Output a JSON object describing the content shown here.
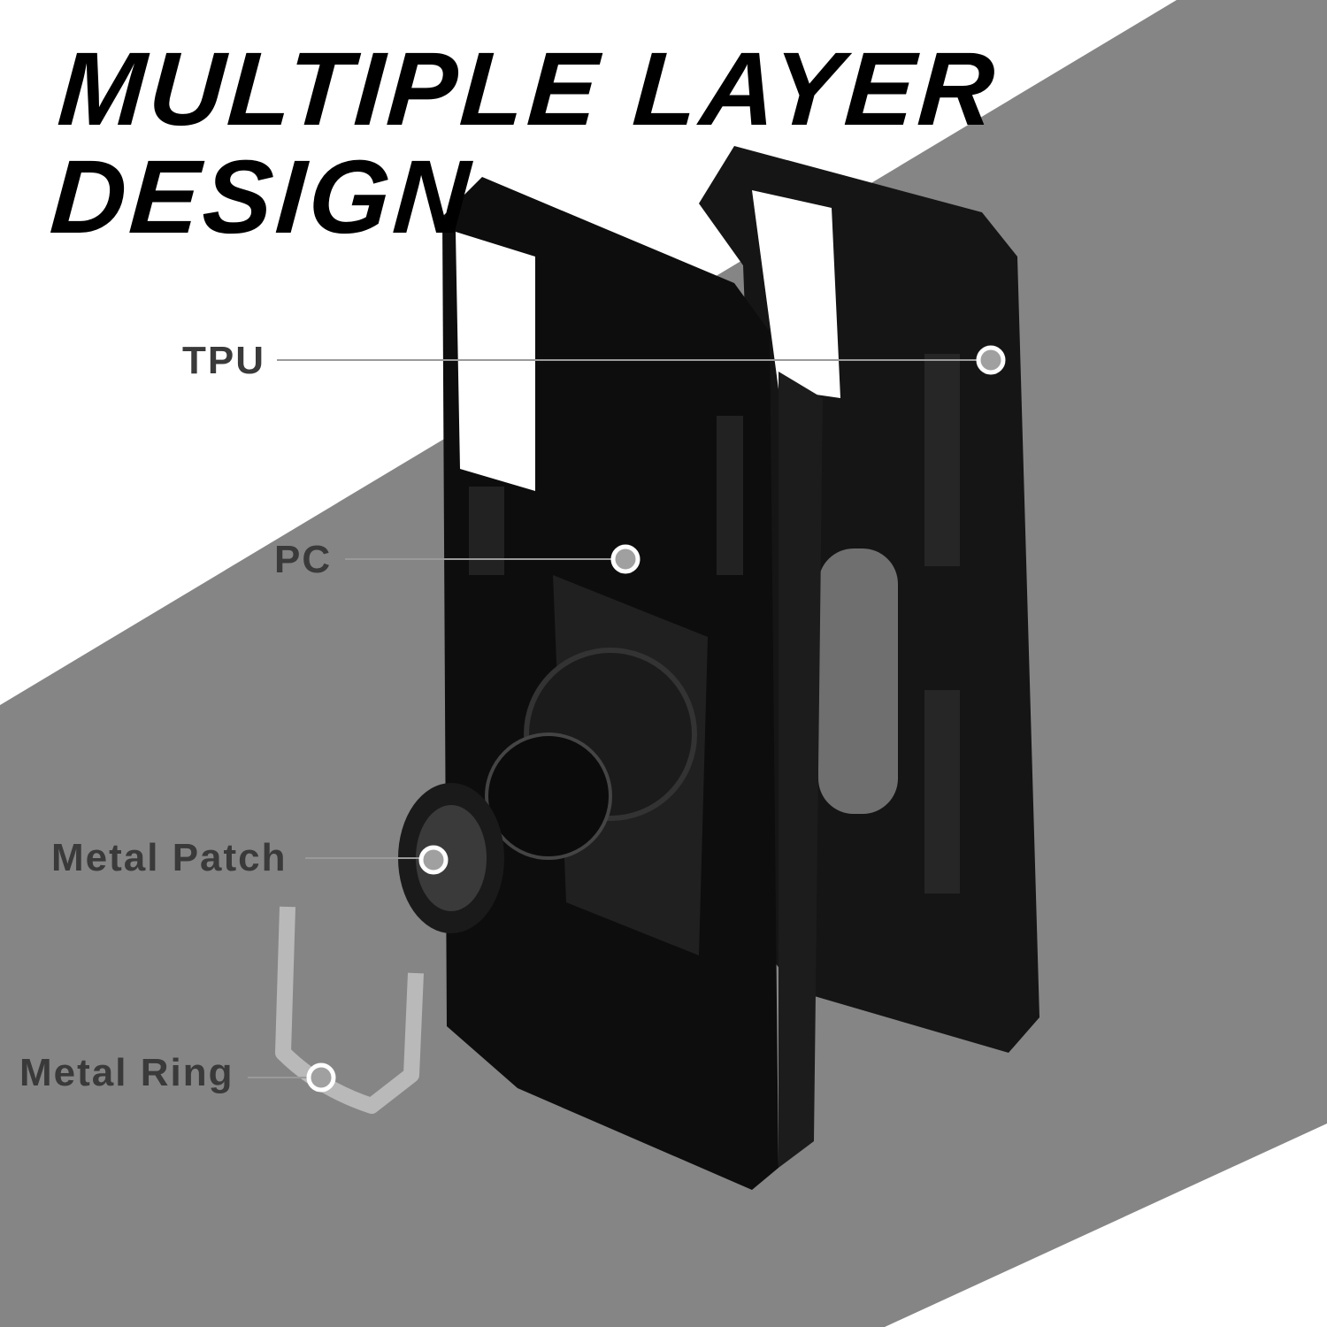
{
  "headline": {
    "line1": "MULTIPLE LAYER",
    "line2": "DESIGN"
  },
  "callouts": [
    {
      "label": "TPU"
    },
    {
      "label": "PC"
    },
    {
      "label": "Metal Patch"
    },
    {
      "label": "Metal Ring"
    }
  ],
  "colors": {
    "band": "#858585",
    "case": "#111111",
    "label": "#3a3a3a",
    "dot": "#a0a0a0"
  }
}
